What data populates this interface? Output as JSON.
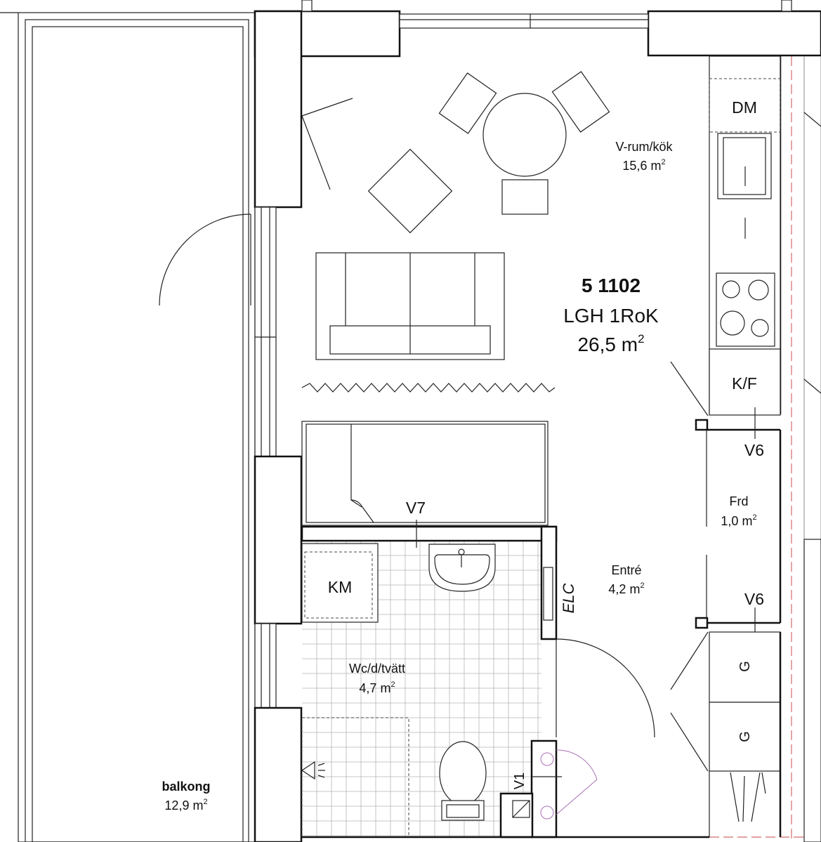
{
  "apartment": {
    "number": "5 1102",
    "type": "LGH 1RoK",
    "area": "26,5 m",
    "area_sup": "2"
  },
  "rooms": {
    "living_kitchen": {
      "name": "V-rum/kök",
      "area": "15,6 m",
      "sup": "2"
    },
    "storage": {
      "name": "Frd",
      "area": "1,0 m",
      "sup": "2"
    },
    "entrance": {
      "name": "Entré",
      "area": "4,2 m",
      "sup": "2"
    },
    "bathroom": {
      "name": "Wc/d/tvätt",
      "area": "4,7 m",
      "sup": "2"
    },
    "balcony": {
      "name": "balkong",
      "area": "12,9 m",
      "sup": "2"
    }
  },
  "fixtures": {
    "dishwasher": "DM",
    "fridge_freezer": "K/F",
    "washer": "KM",
    "electrical": "ELC",
    "wardrobe_top": "V6",
    "wardrobe_bottom": "V6",
    "wardrobe_bed": "V7",
    "wardrobe_bath": "V1",
    "garderob_1": "G",
    "garderob_2": "G"
  }
}
